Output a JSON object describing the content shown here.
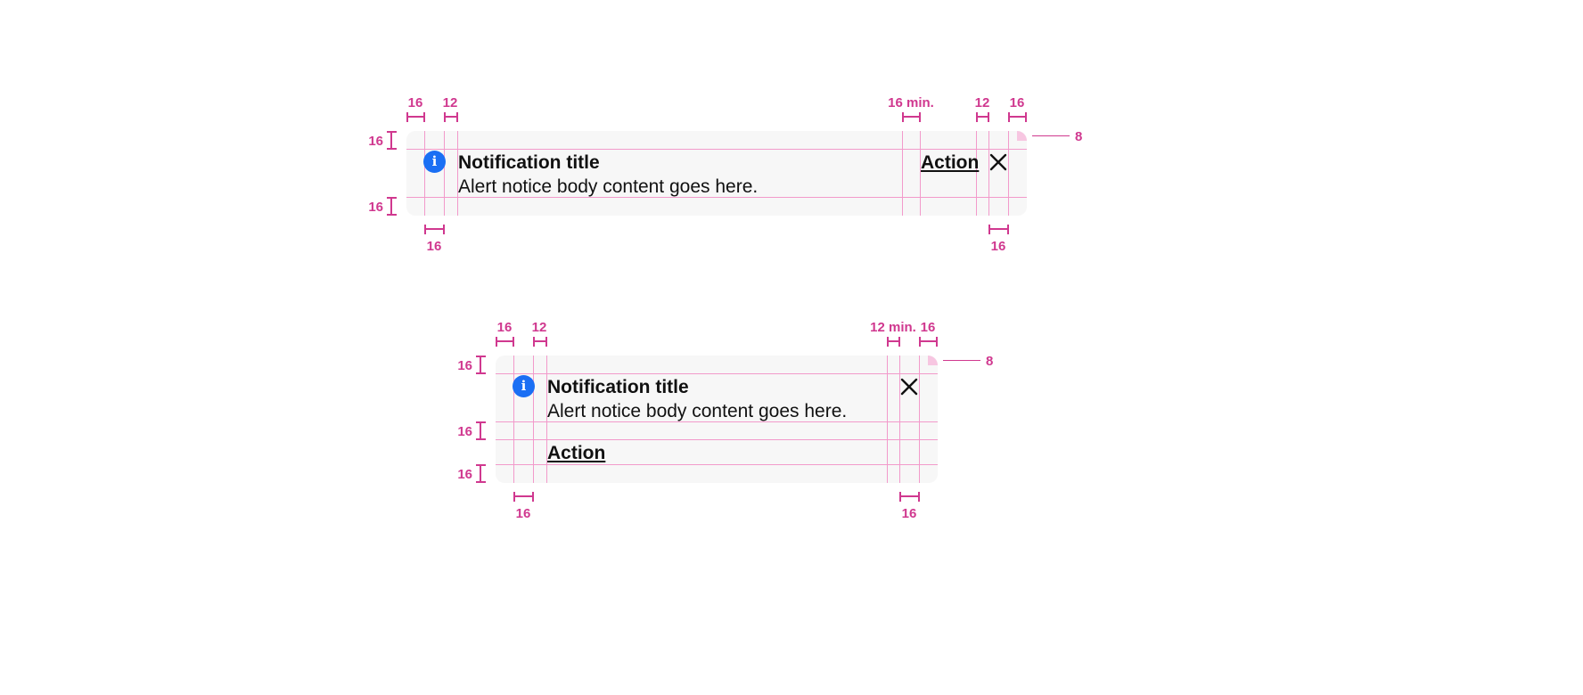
{
  "colors": {
    "spec": "#d0388f",
    "guide": "#f29acb",
    "card": "#f7f7f7",
    "info": "#1a6ff4",
    "text": "#111111"
  },
  "icons": {
    "info": "info-icon",
    "close": "close-icon"
  },
  "top": {
    "title": "Notification title",
    "body": "Alert notice body content goes here.",
    "action": "Action",
    "dims": {
      "left_pad": "16",
      "icon_gap": "12",
      "action_gap": "16 min.",
      "close_gap": "12",
      "right_pad": "16",
      "top_pad": "16",
      "bottom_pad": "16",
      "icon_width": "16",
      "close_width": "16",
      "radius": "8"
    }
  },
  "bottom": {
    "title": "Notification title",
    "body": "Alert notice body content goes here.",
    "action": "Action",
    "dims": {
      "left_pad": "16",
      "icon_gap": "12",
      "close_gap": "12 min.",
      "right_pad": "16",
      "top_pad": "16",
      "action_gap": "16",
      "bottom_pad": "16",
      "icon_width": "16",
      "close_width": "16",
      "radius": "8"
    }
  }
}
